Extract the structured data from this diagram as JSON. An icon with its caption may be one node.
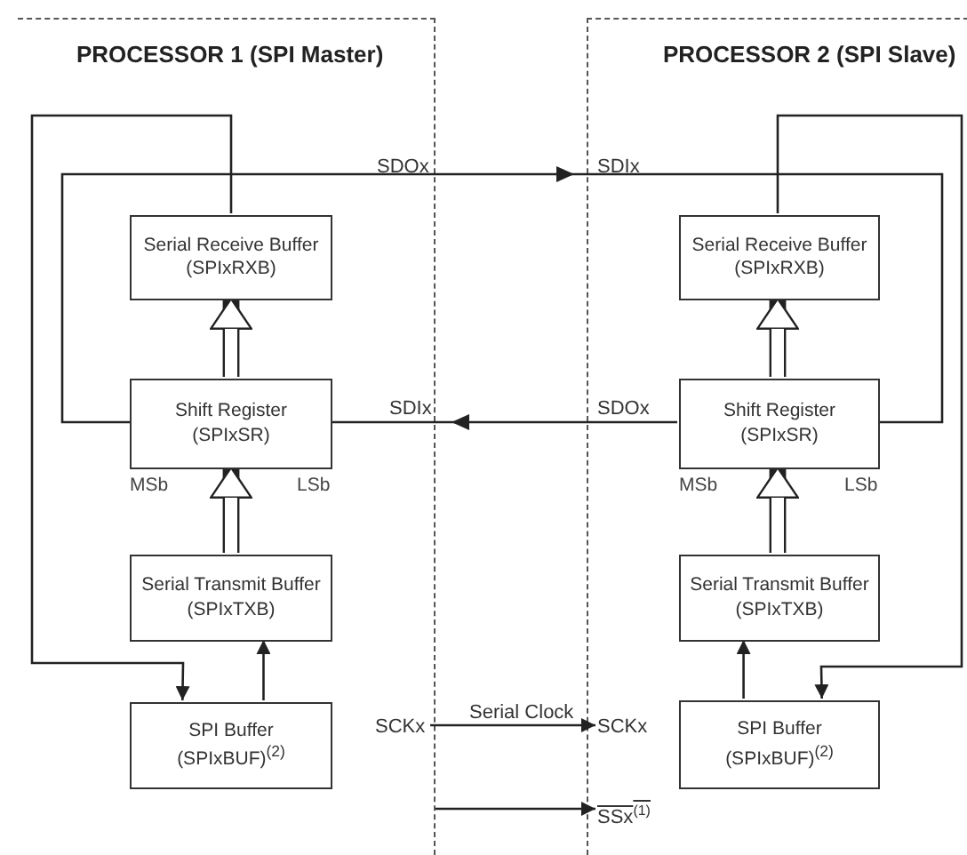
{
  "diagram": {
    "nodes": [
      {
        "text": [
          "PROCESSOR 1 (SPI Master)"
        ]
      },
      {
        "text": [
          "Serial Receive Buffer (SPIxRXB)"
        ],
        "in": 0
      },
      {
        "text": [
          "Shift Register (SPIxSR)"
        ],
        "in": 0,
        "beside": [
          "MSb",
          "LSb"
        ]
      },
      {
        "text": [
          "Serial Transmit Buffer (SPIxTXB)"
        ],
        "in": 0
      },
      {
        "text": [
          "SPI Buffer (SPIxBUF)$^{(2)}$"
        ],
        "in": 0
      },
      {
        "text": [
          "SCKx"
        ],
        "in": 0
      },
      {
        "text": [
          "PROCESSOR 2 (SPI Slave)"
        ]
      },
      {
        "text": [
          "Serial Receive Buffer (SPIxRXB)"
        ],
        "in": 6
      },
      {
        "text": [
          "Shift Register (SPIxSR)"
        ],
        "in": 6,
        "beside": [
          "MSb",
          "LSb"
        ]
      },
      {
        "text": [
          "Serial Transmit Buffer (SPIxTXB)"
        ],
        "in": 6
      },
      {
        "text": [
          "SPI Buffer (SPIxBUF)$^{(2)}$"
        ],
        "in": 6
      },
      {
        "text": [
          "SCKx"
        ],
        "in": 6
      },
      {
        "text": [
          "SSx$^{(1)}$"
        ],
        "in": 6
      }
    ],
    "edges": [
      {
        "from": 2,
        "to": 8,
        "arrow": "to"
      },
      {
        "from": 8,
        "to": 2,
        "arrow": "to"
      },
      {
        "from": 1,
        "to": 4,
        "arrow": "to"
      },
      {
        "from": 4,
        "to": 3,
        "arrow": "to"
      },
      {
        "from": 3,
        "to": 2,
        "arrow": "to",
        "style": "thick"
      },
      {
        "from": 2,
        "to": 1,
        "arrow": "to",
        "style": "thick"
      },
      {
        "from": 5,
        "to": 11,
        "arrow": "to",
        "label": "Serial Clock"
      },
      {
        "from": 7,
        "to": 10,
        "arrow": "to"
      },
      {
        "from": 10,
        "to": 9,
        "arrow": "to"
      },
      {
        "from": 9,
        "to": 8,
        "arrow": "to",
        "style": "thick"
      },
      {
        "from": 8,
        "to": 7,
        "arrow": "to",
        "style": "thick"
      },
      {
        "from": 0,
        "to": 12,
        "arrow": "to"
      }
    ],
    "labels": [
      "SDOx",
      "SDIx",
      "SDIx",
      "SDOx"
    ]
  }
}
